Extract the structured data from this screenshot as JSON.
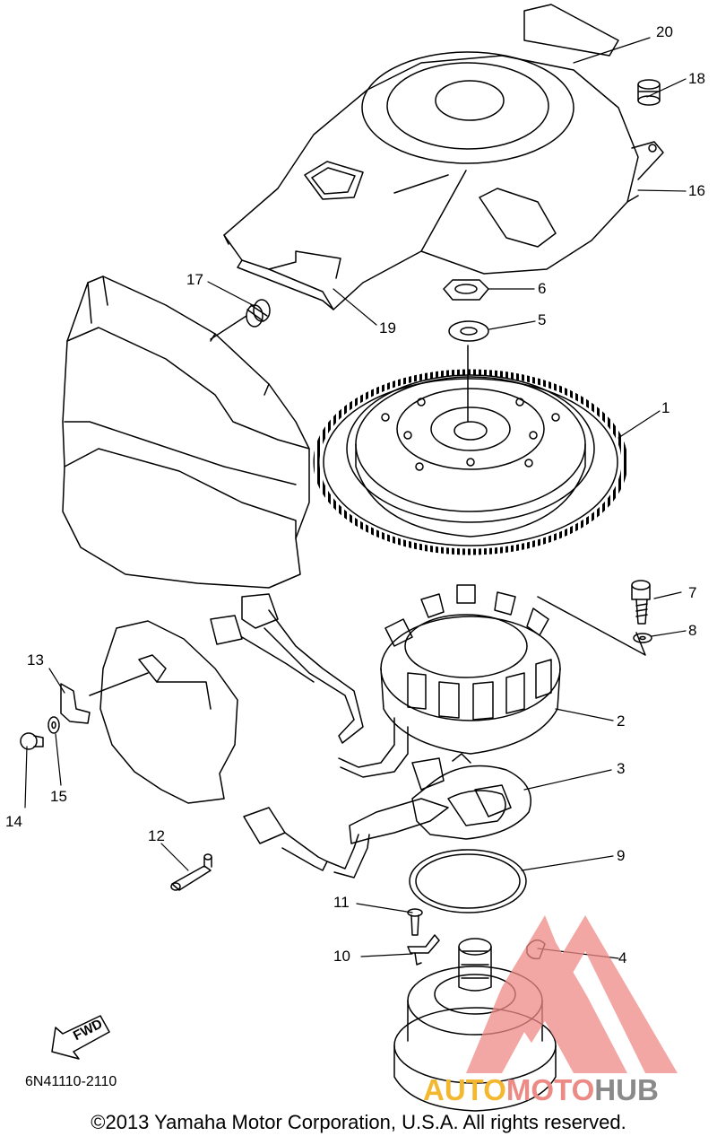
{
  "callouts": [
    {
      "id": "1",
      "label": "1",
      "part": "flywheel-rotor"
    },
    {
      "id": "2",
      "label": "2",
      "part": "stator-coil"
    },
    {
      "id": "3",
      "label": "3",
      "part": "pulser-coil-assembly"
    },
    {
      "id": "4",
      "label": "4",
      "part": "woodruff-key"
    },
    {
      "id": "5",
      "label": "5",
      "part": "washer"
    },
    {
      "id": "6",
      "label": "6",
      "part": "nut"
    },
    {
      "id": "7",
      "label": "7",
      "part": "bolt"
    },
    {
      "id": "8",
      "label": "8",
      "part": "washer"
    },
    {
      "id": "9",
      "label": "9",
      "part": "ring"
    },
    {
      "id": "10",
      "label": "10",
      "part": "clamp"
    },
    {
      "id": "11",
      "label": "11",
      "part": "screw"
    },
    {
      "id": "12",
      "label": "12",
      "part": "holder"
    },
    {
      "id": "13",
      "label": "13",
      "part": "clip"
    },
    {
      "id": "14",
      "label": "14",
      "part": "screw"
    },
    {
      "id": "15",
      "label": "15",
      "part": "washer"
    },
    {
      "id": "16",
      "label": "16",
      "part": "flywheel-cover"
    },
    {
      "id": "17",
      "label": "17",
      "part": "grommet"
    },
    {
      "id": "18",
      "label": "18",
      "part": "grommet"
    },
    {
      "id": "19",
      "label": "19",
      "part": "cover-bracket"
    },
    {
      "id": "20",
      "label": "20",
      "part": "label"
    }
  ],
  "fwd_label": "FWD",
  "diagram_code": "6N41110-2110",
  "copyright": "©2013 Yamaha Motor Corporation, U.S.A. All rights reserved.",
  "watermark": {
    "part1": "AUTO",
    "part2": "MOTO",
    "part3": "HUB",
    "colors": {
      "auto": "#f4b730",
      "moto": "#ec8a85",
      "hub": "#8a8a8a",
      "triangle": "#f08a86"
    }
  }
}
